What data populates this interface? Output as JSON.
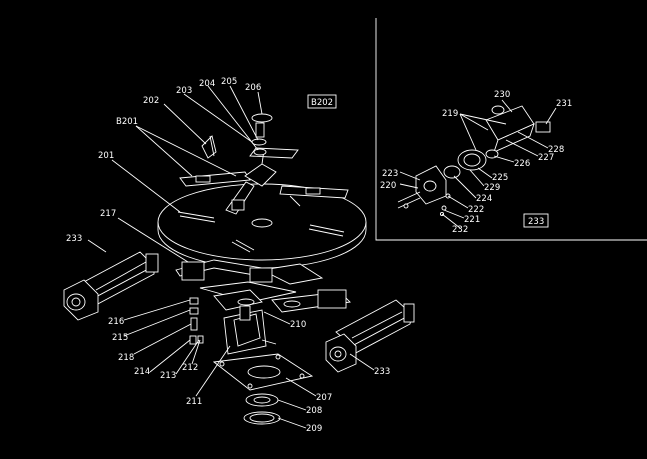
{
  "boxed_labels": {
    "main": "B202",
    "detail": "233"
  },
  "labels": [
    {
      "key": "201",
      "text": "201"
    },
    {
      "key": "b201",
      "text": "B201"
    },
    {
      "key": "202",
      "text": "202"
    },
    {
      "key": "203",
      "text": "203"
    },
    {
      "key": "204",
      "text": "204"
    },
    {
      "key": "205",
      "text": "205"
    },
    {
      "key": "206",
      "text": "206"
    },
    {
      "key": "217",
      "text": "217"
    },
    {
      "key": "233a",
      "text": "233"
    },
    {
      "key": "216",
      "text": "216"
    },
    {
      "key": "215",
      "text": "215"
    },
    {
      "key": "218",
      "text": "218"
    },
    {
      "key": "214",
      "text": "214"
    },
    {
      "key": "213",
      "text": "213"
    },
    {
      "key": "212",
      "text": "212"
    },
    {
      "key": "211",
      "text": "211"
    },
    {
      "key": "210",
      "text": "210"
    },
    {
      "key": "207",
      "text": "207"
    },
    {
      "key": "208",
      "text": "208"
    },
    {
      "key": "209",
      "text": "209"
    },
    {
      "key": "233b",
      "text": "233"
    },
    {
      "key": "219",
      "text": "219"
    },
    {
      "key": "230",
      "text": "230"
    },
    {
      "key": "231",
      "text": "231"
    },
    {
      "key": "228",
      "text": "228"
    },
    {
      "key": "227",
      "text": "227"
    },
    {
      "key": "226",
      "text": "226"
    },
    {
      "key": "225",
      "text": "225"
    },
    {
      "key": "229",
      "text": "229"
    },
    {
      "key": "224",
      "text": "224"
    },
    {
      "key": "222",
      "text": "222"
    },
    {
      "key": "221",
      "text": "221"
    },
    {
      "key": "232",
      "text": "232"
    },
    {
      "key": "223",
      "text": "223"
    },
    {
      "key": "220",
      "text": "220"
    }
  ]
}
